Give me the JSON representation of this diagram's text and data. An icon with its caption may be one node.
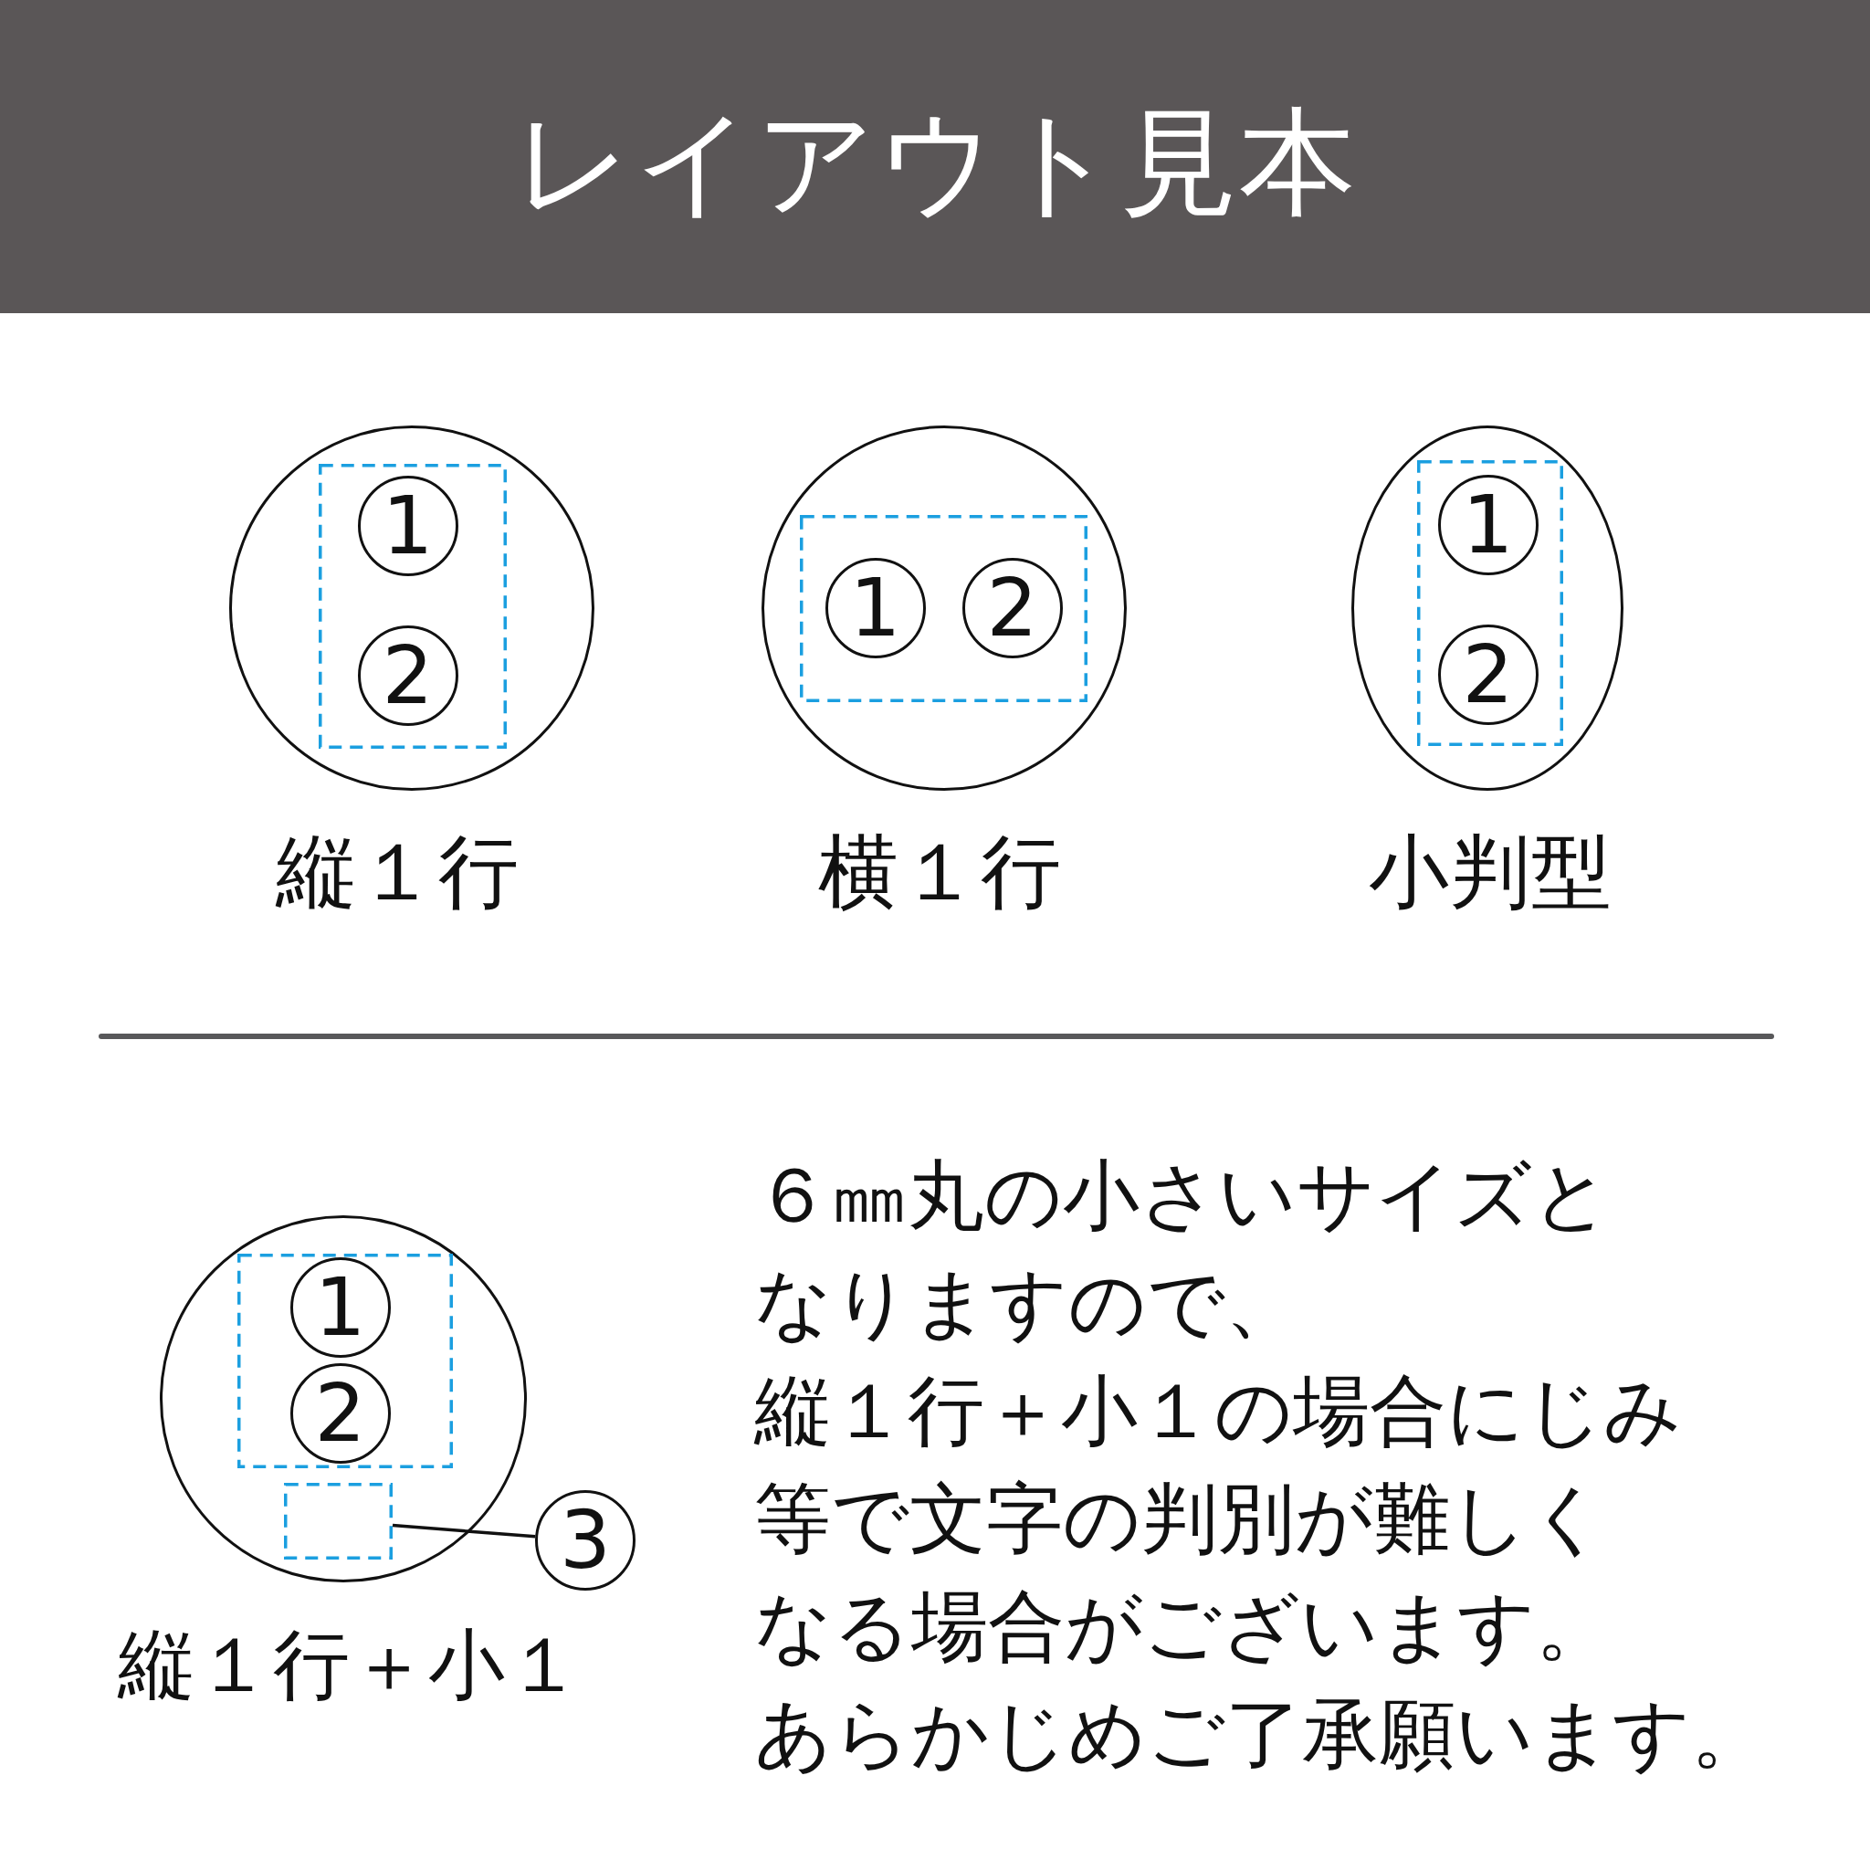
{
  "diagram": {
    "title": "レイアウト見本",
    "nodes": [
      {
        "text": [],
        "shape": "circle",
        "beside": [
          "縦１行"
        ]
      },
      {
        "text": [],
        "shape": "box",
        "in": 0
      },
      {
        "text": [
          "1"
        ],
        "in": 1
      },
      {
        "text": [
          "2"
        ],
        "in": 1
      },
      {
        "text": [],
        "shape": "circle",
        "beside": [
          "横１行"
        ]
      },
      {
        "text": [],
        "shape": "box",
        "in": 4
      },
      {
        "text": [
          "1"
        ],
        "in": 5
      },
      {
        "text": [
          "2"
        ],
        "in": 5
      },
      {
        "text": [],
        "shape": "ellipse",
        "beside": [
          "小判型"
        ]
      },
      {
        "text": [],
        "shape": "box",
        "in": 8
      },
      {
        "text": [
          "1"
        ],
        "in": 9
      },
      {
        "text": [
          "2"
        ],
        "in": 9
      },
      {
        "text": [],
        "shape": "circle",
        "beside": [
          "縦１行＋小１"
        ]
      },
      {
        "text": [],
        "shape": "box",
        "in": 12
      },
      {
        "text": [
          "1"
        ],
        "in": 13
      },
      {
        "text": [
          "2"
        ],
        "in": 13
      },
      {
        "text": [],
        "shape": "box",
        "in": 12
      },
      {
        "text": [
          "3"
        ]
      }
    ],
    "edges": [
      {
        "from": 17,
        "to": 16,
        "arrow": "none"
      }
    ],
    "labels": [
      "６㎜丸の小さいサイズとなりますので、縦１行＋小１の場合にじみ等で文字の判別が難しくなる場合がございます。あらかじめご了承願います。"
    ]
  }
}
